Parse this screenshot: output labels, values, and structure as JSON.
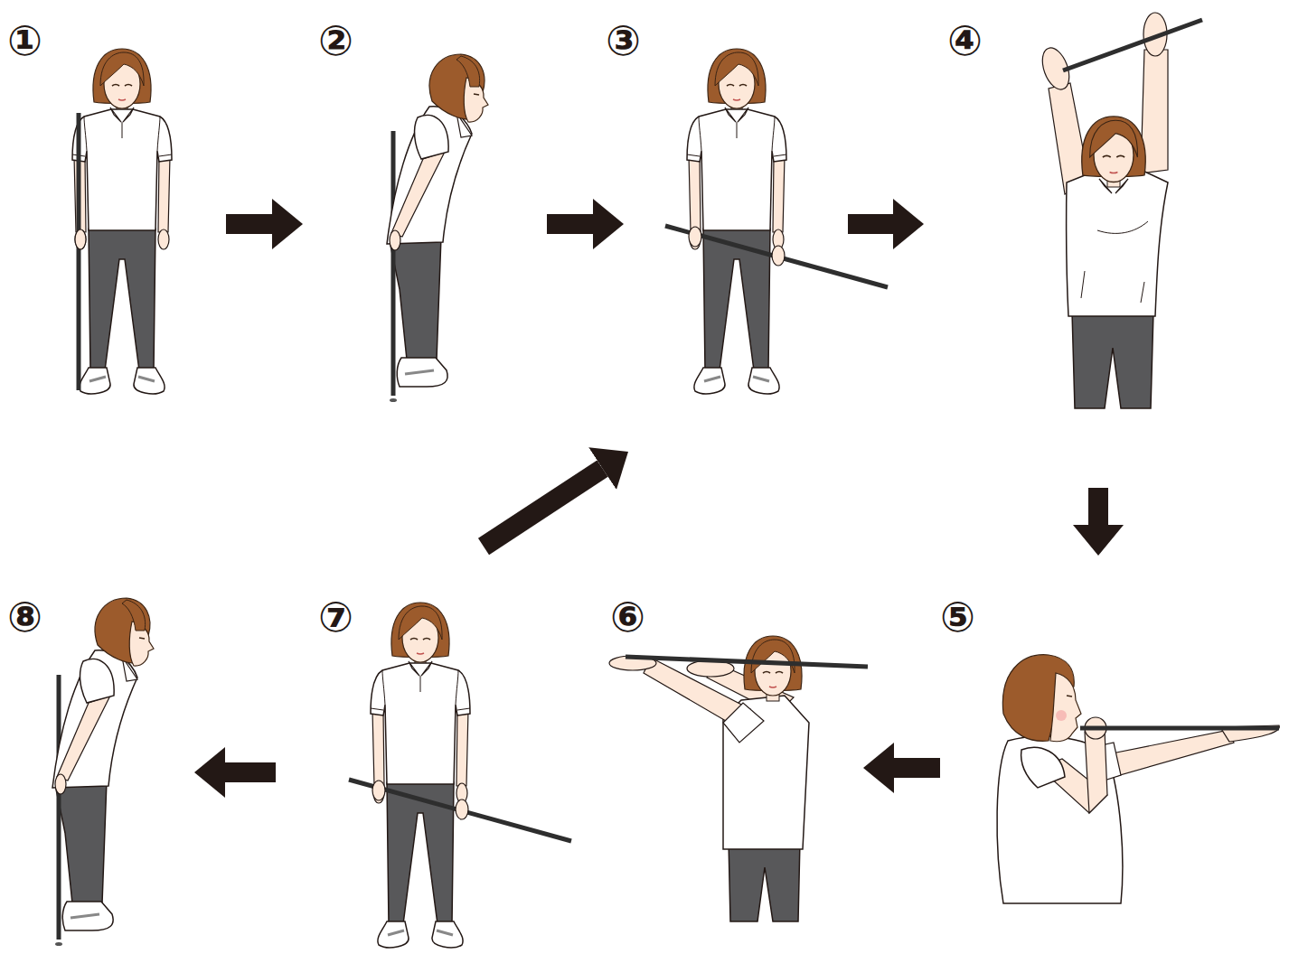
{
  "diagram": {
    "nodes": [
      {
        "text": [
          "①"
        ]
      },
      {
        "text": [
          "②"
        ]
      },
      {
        "text": [
          "③"
        ]
      },
      {
        "text": [
          "④"
        ]
      },
      {
        "text": [
          "⑤"
        ]
      },
      {
        "text": [
          "⑥"
        ]
      },
      {
        "text": [
          "⑦"
        ]
      },
      {
        "text": [
          "⑧"
        ]
      }
    ],
    "edges": [
      {
        "from": 0,
        "to": 1,
        "arrow": "to"
      },
      {
        "from": 1,
        "to": 2,
        "arrow": "to"
      },
      {
        "from": 2,
        "to": 3,
        "arrow": "to"
      },
      {
        "from": 3,
        "to": 4,
        "arrow": "to"
      },
      {
        "from": 4,
        "to": 5,
        "arrow": "to"
      },
      {
        "from": 6,
        "to": 7,
        "arrow": "to"
      },
      {
        "from": 6,
        "to": 2,
        "arrow": "to"
      }
    ]
  }
}
